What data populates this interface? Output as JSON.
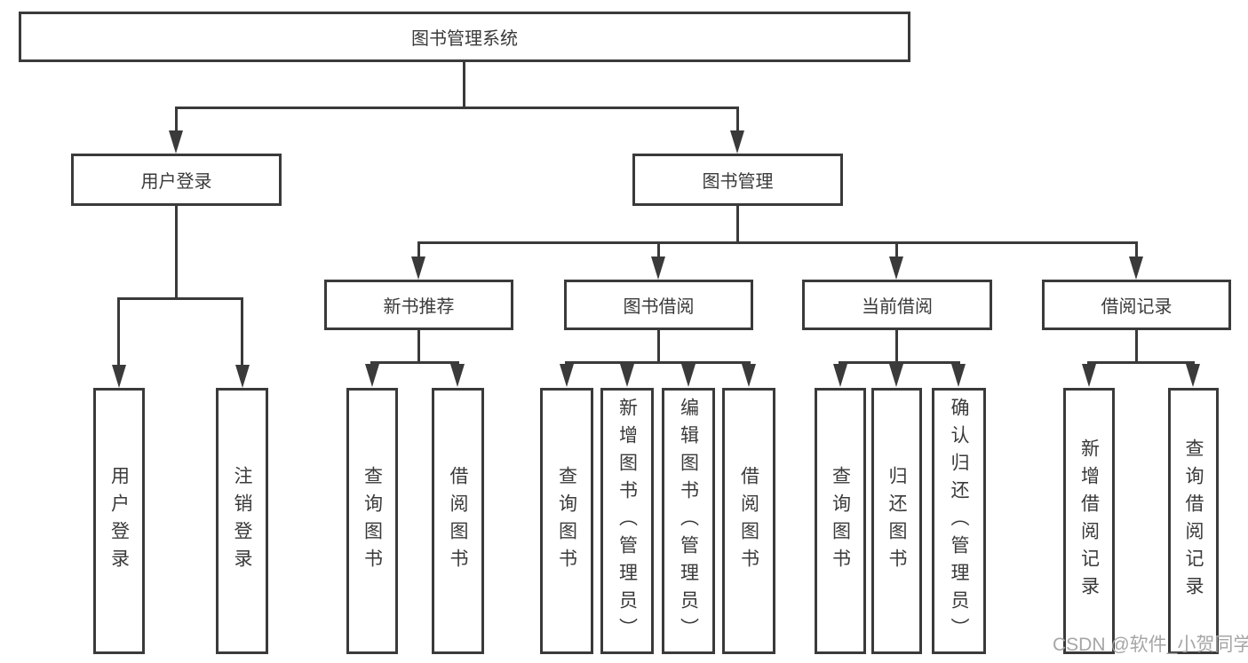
{
  "tree": {
    "label": "图书管理系统",
    "children": [
      {
        "label": "用户登录",
        "children": [
          {
            "label": "用户登录"
          },
          {
            "label": "注销登录"
          }
        ]
      },
      {
        "label": "图书管理",
        "children": [
          {
            "label": "新书推荐",
            "children": [
              {
                "label": "查询图书"
              },
              {
                "label": "借阅图书"
              }
            ]
          },
          {
            "label": "图书借阅",
            "children": [
              {
                "label": "查询图书"
              },
              {
                "label": "新增图书（管理员）"
              },
              {
                "label": "编辑图书（管理员）"
              },
              {
                "label": "借阅图书"
              }
            ]
          },
          {
            "label": "当前借阅",
            "children": [
              {
                "label": "查询图书"
              },
              {
                "label": "归还图书"
              },
              {
                "label": "确认归还（管理员）"
              }
            ]
          },
          {
            "label": "借阅记录",
            "children": [
              {
                "label": "新增借阅记录"
              },
              {
                "label": "查询借阅记录"
              }
            ]
          }
        ]
      }
    ]
  },
  "watermark": "CSDN @软件_小贺同学",
  "colors": {
    "line": "#3a3a3a",
    "text": "#3a3a3a",
    "background": "#ffffff",
    "watermark": "#a6a6a6"
  }
}
